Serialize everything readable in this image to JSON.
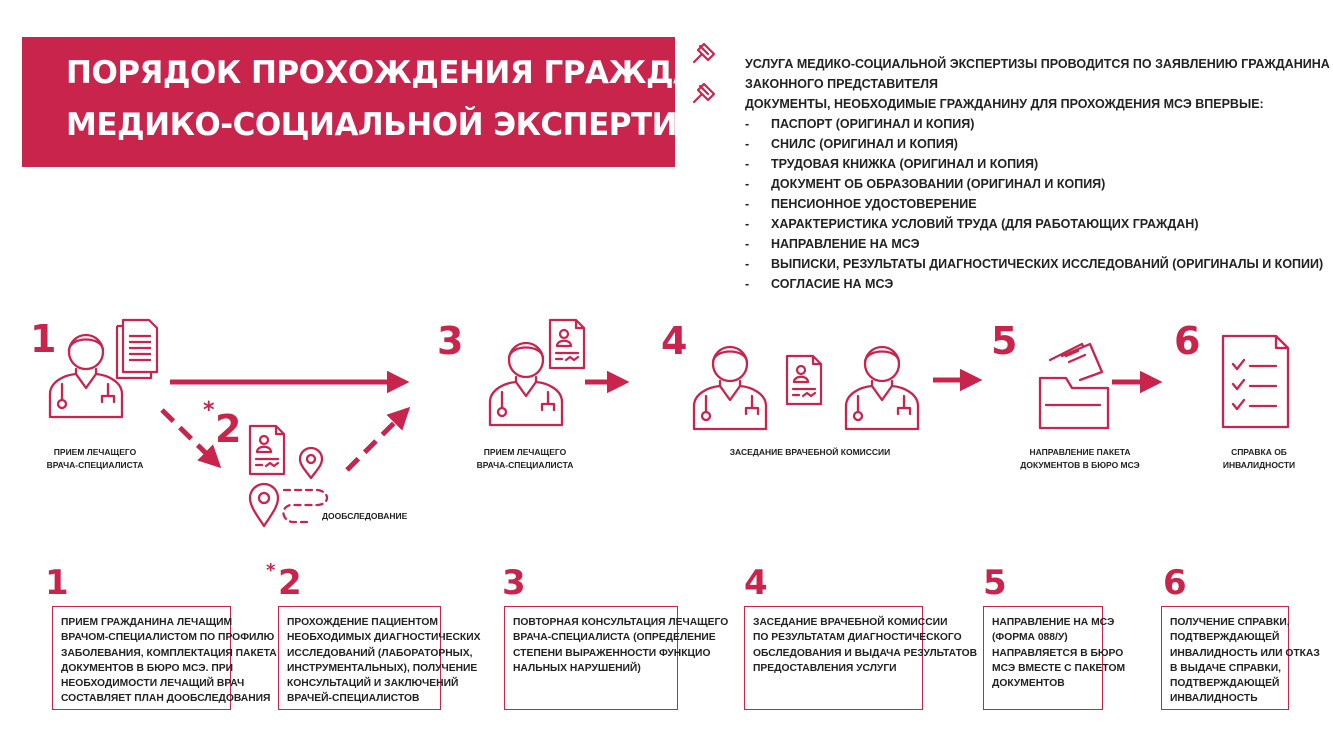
{
  "header": {
    "title_line1": "ПОРЯДОК ПРОХОЖДЕНИЯ ГРАЖДАНИНОМ",
    "title_line2": "МЕДИКО-СОЦИАЛЬНОЙ ЭКСПЕРТИЗЫ"
  },
  "info": {
    "line1": "УСЛУГА МЕДИКО-СОЦИАЛЬНОЙ ЭКСПЕРТИЗЫ ПРОВОДИТСЯ ПО ЗАЯВЛЕНИЮ ГРАЖДАНИНА ИЛИ ЕГО",
    "line2": "ЗАКОННОГО ПРЕДСТАВИТЕЛЯ",
    "line3": "ДОКУМЕНТЫ, НЕОБХОДИМЫЕ ГРАЖДАНИНУ ДЛЯ ПРОХОЖДЕНИЯ МСЭ ВПЕРВЫЕ:",
    "bullet_marker": "-",
    "documents": [
      "ПАСПОРТ (ОРИГИНАЛ И КОПИЯ)",
      "СНИЛС (ОРИГИНАЛ И КОПИЯ)",
      "ТРУДОВАЯ КНИЖКА (ОРИГИНАЛ И КОПИЯ)",
      "ДОКУМЕНТ ОБ ОБРАЗОВАНИИ (ОРИГИНАЛ И КОПИЯ)",
      "ПЕНСИОННОЕ УДОСТОВЕРЕНИЕ",
      "ХАРАКТЕРИСТИКА УСЛОВИЙ ТРУДА (ДЛЯ РАБОТАЮЩИХ ГРАЖДАН)",
      "НАПРАВЛЕНИЕ НА МСЭ",
      "ВЫПИСКИ, РЕЗУЛЬТАТЫ ДИАГНОСТИЧЕСКИХ ИССЛЕДОВАНИЙ (ОРИГИНАЛЫ И КОПИИ)",
      "СОГЛАСИЕ НА МСЭ"
    ]
  },
  "flow": {
    "step1": {
      "number": "1",
      "caption_line1": "ПРИЕМ ЛЕЧАЩЕГО",
      "caption_line2": "ВРАЧА-СПЕЦИАЛИСТА"
    },
    "step2": {
      "asterisk": "*",
      "number": "2",
      "caption": "ДООБСЛЕДОВАНИЕ"
    },
    "step3": {
      "number": "3",
      "caption_line1": "ПРИЕМ ЛЕЧАЩЕГО",
      "caption_line2": "ВРАЧА-СПЕЦИАЛИСТА"
    },
    "step4": {
      "number": "4",
      "caption": "ЗАСЕДАНИЕ ВРАЧЕБНОЙ КОМИССИИ"
    },
    "step5": {
      "number": "5",
      "caption_line1": "НАПРАВЛЕНИЕ ПАКЕТА",
      "caption_line2": "ДОКУМЕНТОВ В БЮРО МСЭ"
    },
    "step6": {
      "number": "6",
      "caption": "СПРАВКА ОБ ИНВАЛИДНОСТИ"
    }
  },
  "cards": [
    {
      "number": "1",
      "asterisk": "",
      "lines": [
        "ПРИЕМ ГРАЖДАНИНА ЛЕЧАЩИМ",
        "ВРАЧОМ-СПЕЦИАЛИСТОМ ПО ПРОФИЛЮ",
        "ЗАБОЛЕВАНИЯ, КОМПЛЕКТАЦИЯ ПАКЕТА",
        "ДОКУМЕНТОВ В БЮРО МСЭ. ПРИ",
        "НЕОБХОДИМОСТИ ЛЕЧАЩИЙ ВРАЧ",
        "СОСТАВЛЯЕТ ПЛАН ДООБСЛЕДОВАНИЯ"
      ]
    },
    {
      "number": "2",
      "asterisk": "*",
      "lines": [
        "ПРОХОЖДЕНИЕ ПАЦИЕНТОМ",
        "НЕОБХОДИМЫХ ДИАГНОСТИЧЕСКИХ",
        "ИССЛЕДОВАНИЙ (ЛАБОРАТОРНЫХ,",
        "ИНСТРУМЕНТАЛЬНЫХ), ПОЛУЧЕНИЕ",
        "КОНСУЛЬТАЦИЙ И ЗАКЛЮЧЕНИЙ",
        "ВРАЧЕЙ-СПЕЦИАЛИСТОВ"
      ]
    },
    {
      "number": "3",
      "asterisk": "",
      "lines": [
        "ПОВТОРНАЯ КОНСУЛЬТАЦИЯ ЛЕЧАЩЕГО",
        "ВРАЧА-СПЕЦИАЛИСТА (ОПРЕДЕЛЕНИЕ",
        "СТЕПЕНИ ВЫРАЖЕННОСТИ ФУНКЦИО",
        "НАЛЬНЫХ НАРУШЕНИЙ)"
      ]
    },
    {
      "number": "4",
      "asterisk": "",
      "lines": [
        "ЗАСЕДАНИЕ ВРАЧЕБНОЙ КОМИССИИ",
        "ПО РЕЗУЛЬТАТАМ ДИАГНОСТИЧЕСКОГО",
        "ОБСЛЕДОВАНИЯ И ВЫДАЧА РЕЗУЛЬТАТОВ",
        "ПРЕДОСТАВЛЕНИЯ УСЛУГИ"
      ]
    },
    {
      "number": "5",
      "asterisk": "",
      "lines": [
        "НАПРАВЛЕНИЕ НА МСЭ",
        "(ФОРМА 088/У)",
        "НАПРАВЛЯЕТСЯ В БЮРО",
        "МСЭ ВМЕСТЕ С ПАКЕТОМ",
        "ДОКУМЕНТОВ"
      ]
    },
    {
      "number": "6",
      "asterisk": "",
      "lines": [
        "ПОЛУЧЕНИЕ СПРАВКИ,",
        "ПОДТВЕРЖДАЮЩЕЙ",
        "ИНВАЛИДНОСТЬ ИЛИ ОТКАЗ",
        "В ВЫДАЧЕ СПРАВКИ,",
        "ПОДТВЕРЖДАЮЩЕЙ",
        "ИНВАЛИДНОСТЬ"
      ]
    }
  ],
  "colors": {
    "accent": "#c8244c",
    "text": "#222222",
    "background": "#ffffff"
  }
}
